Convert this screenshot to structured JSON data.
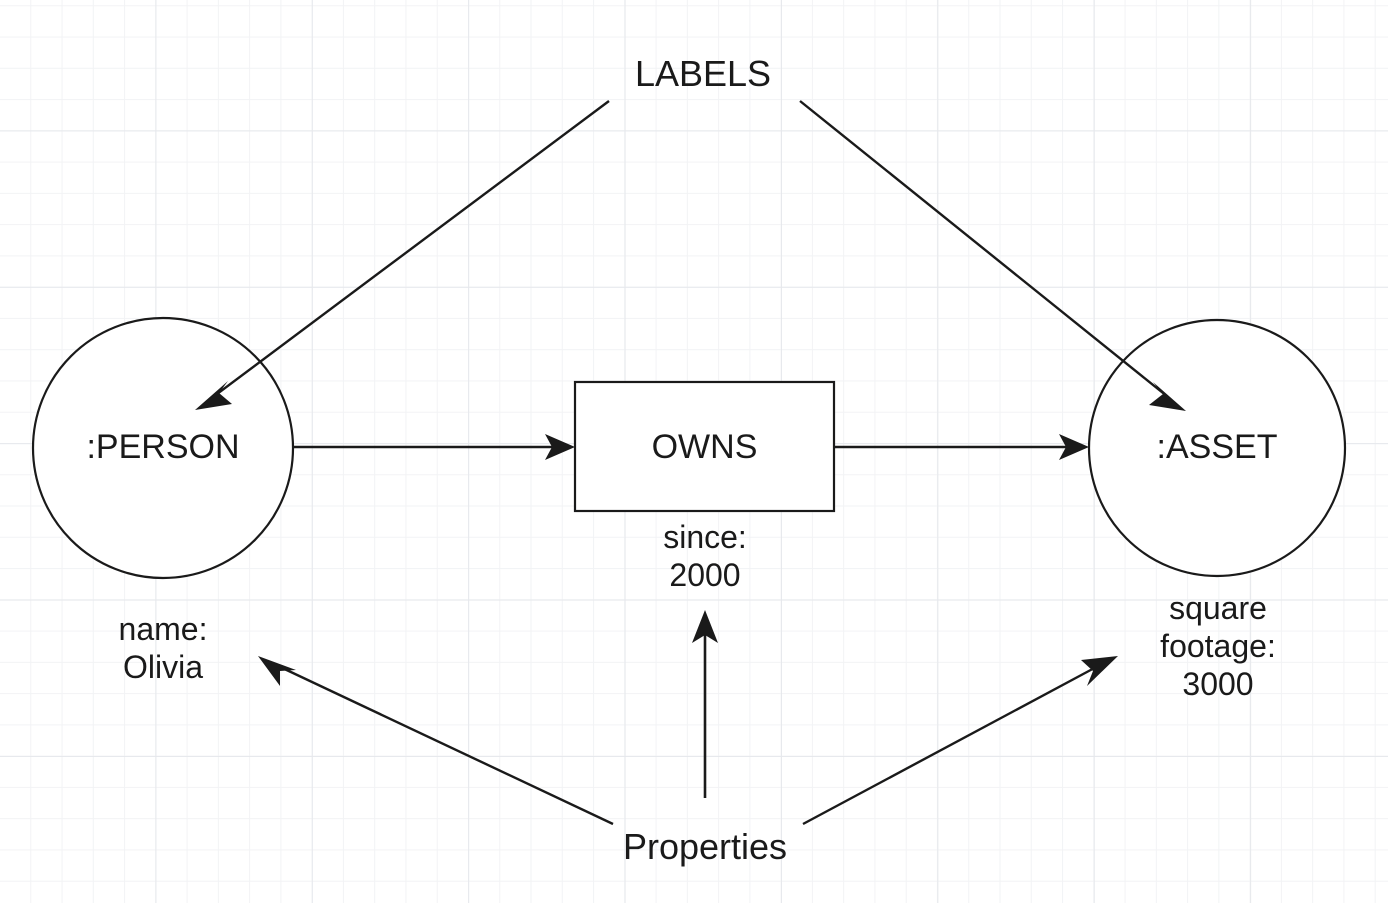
{
  "diagram": {
    "title_label": "LABELS",
    "properties_label": "Properties",
    "nodes": [
      {
        "id": "person",
        "shape": "circle",
        "label": ":PERSON"
      },
      {
        "id": "asset",
        "shape": "circle",
        "label": ":ASSET"
      }
    ],
    "relationship": {
      "id": "owns",
      "shape": "rectangle",
      "label": "OWNS",
      "property": "since:\n2000"
    },
    "properties": [
      {
        "owner": "person",
        "text": "name:\nOlivia"
      },
      {
        "owner": "asset",
        "text": "square\nfootage:\n3000"
      }
    ],
    "colors": {
      "stroke": "#1a1a1a",
      "fill": "#ffffff",
      "grid_minor": "#f2f3f5",
      "grid_major": "#e6e8ec",
      "text": "#1a1a1a"
    }
  }
}
